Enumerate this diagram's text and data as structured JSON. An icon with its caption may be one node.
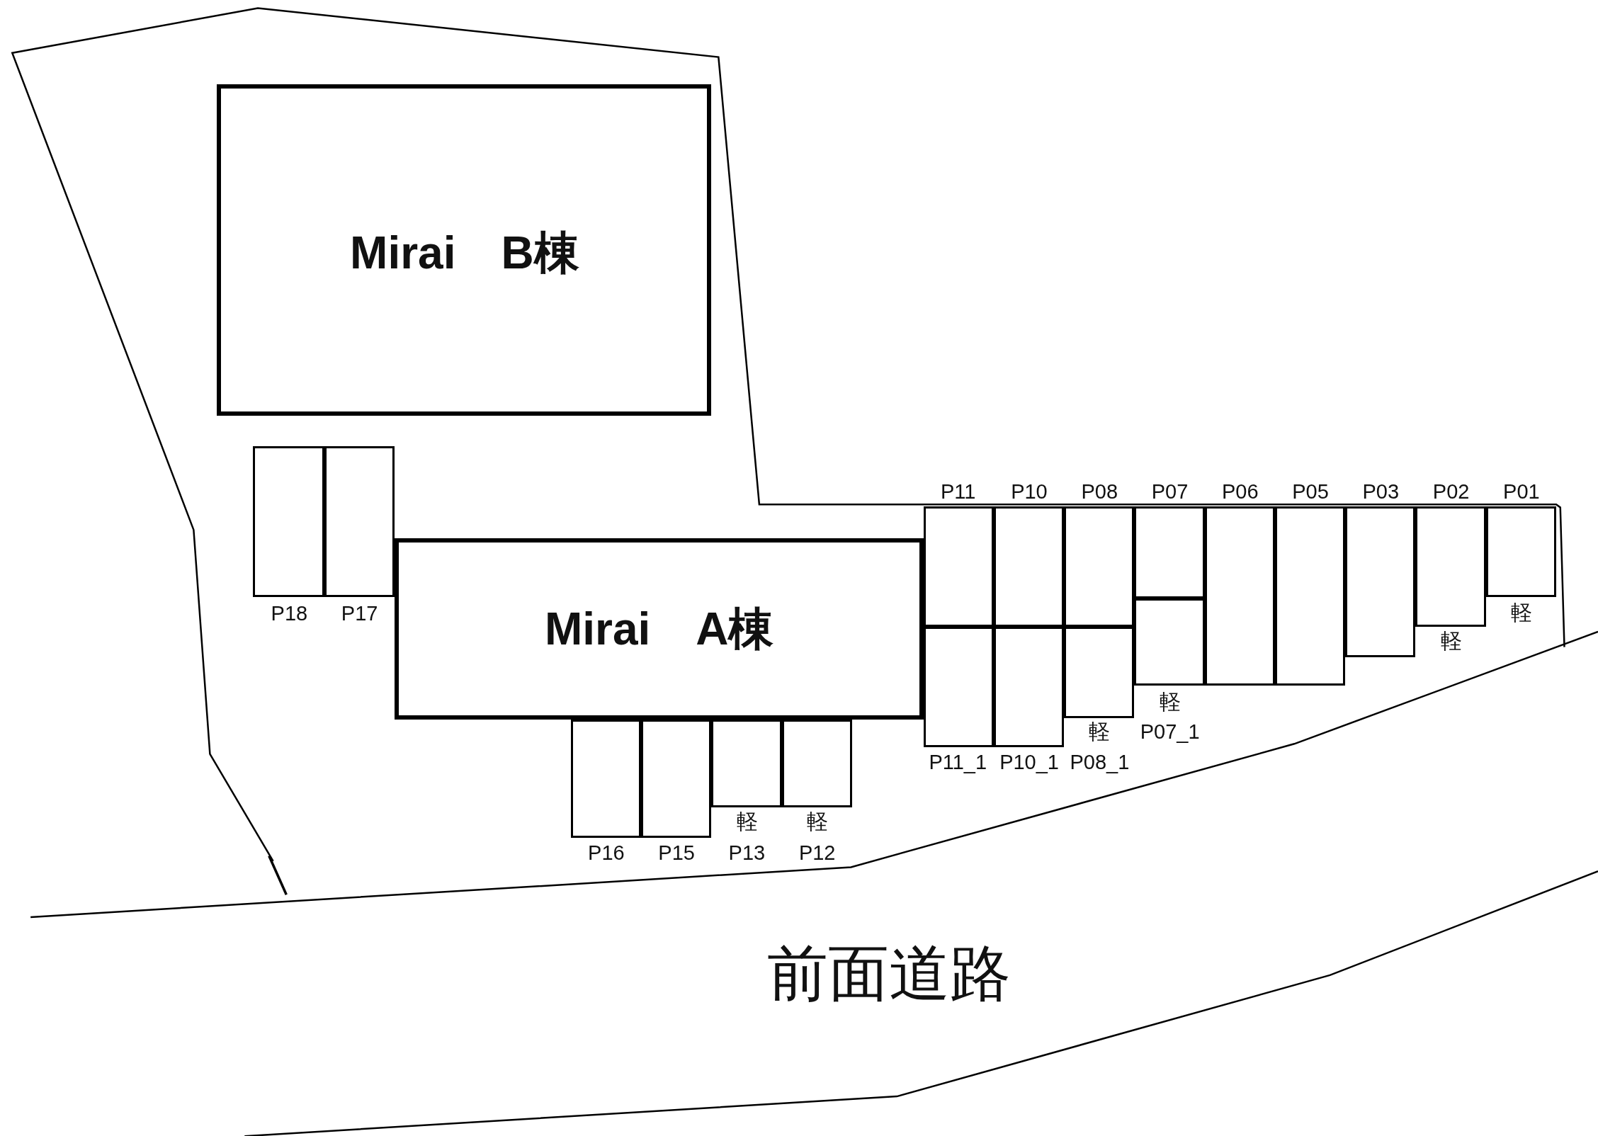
{
  "diagram": {
    "nodes": [
      {
        "text": [
          "Mirai　B棟"
        ]
      },
      {
        "text": [
          "P18"
        ]
      },
      {
        "text": [
          "P17"
        ]
      },
      {
        "text": [
          "Mirai　A棟"
        ]
      },
      {
        "text": [
          "P11"
        ]
      },
      {
        "text": [
          "P10"
        ]
      },
      {
        "text": [
          "P08"
        ]
      },
      {
        "text": [
          "P07"
        ]
      },
      {
        "text": [
          "P06"
        ]
      },
      {
        "text": [
          "P05"
        ]
      },
      {
        "text": [
          "P03"
        ]
      },
      {
        "text": [
          "P02",
          "軽"
        ]
      },
      {
        "text": [
          "P01",
          "軽"
        ]
      },
      {
        "text": [
          "P11_1"
        ]
      },
      {
        "text": [
          "P10_1"
        ]
      },
      {
        "text": [
          "軽",
          "P08_1"
        ]
      },
      {
        "text": [
          "軽",
          "P07_1"
        ]
      },
      {
        "text": [
          "P16"
        ]
      },
      {
        "text": [
          "P15"
        ]
      },
      {
        "text": [
          "軽",
          "P13"
        ]
      },
      {
        "text": [
          "軽",
          "P12"
        ]
      }
    ],
    "labels": [
      "前面道路"
    ]
  }
}
